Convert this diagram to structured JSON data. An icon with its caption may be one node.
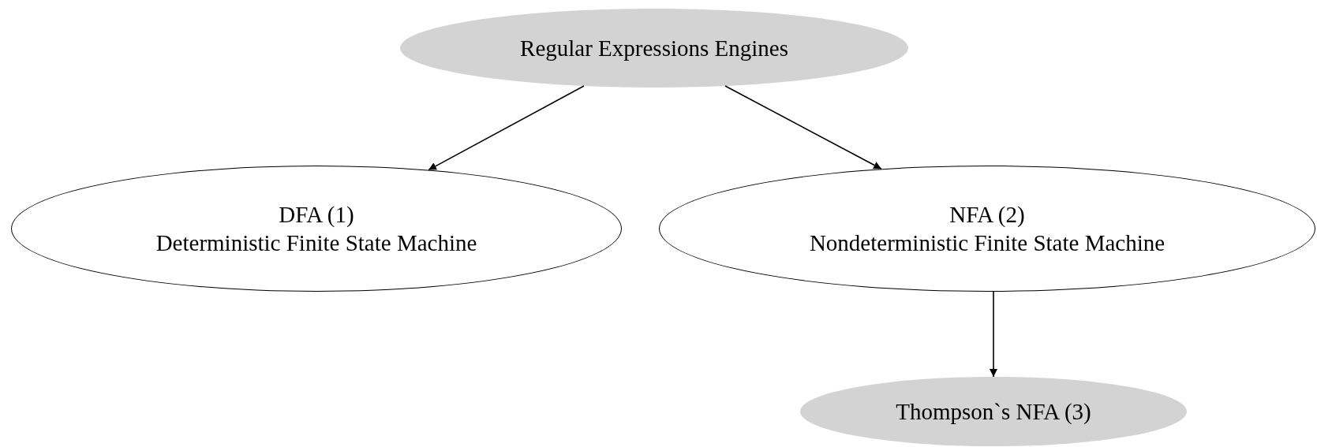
{
  "diagram": {
    "nodes": [
      {
        "text": [
          "Regular Expressions Engines"
        ]
      },
      {
        "text": [
          "DFA (1)",
          "Deterministic Finite State Machine"
        ]
      },
      {
        "text": [
          "NFA (2)",
          "Nondeterministic Finite State Machine"
        ]
      },
      {
        "text": [
          "Thompson`s NFA (3)"
        ]
      }
    ],
    "edges": [
      {
        "from": 0,
        "to": 1,
        "arrow": "to"
      },
      {
        "from": 0,
        "to": 2,
        "arrow": "to"
      },
      {
        "from": 2,
        "to": 3,
        "arrow": "to"
      }
    ]
  }
}
